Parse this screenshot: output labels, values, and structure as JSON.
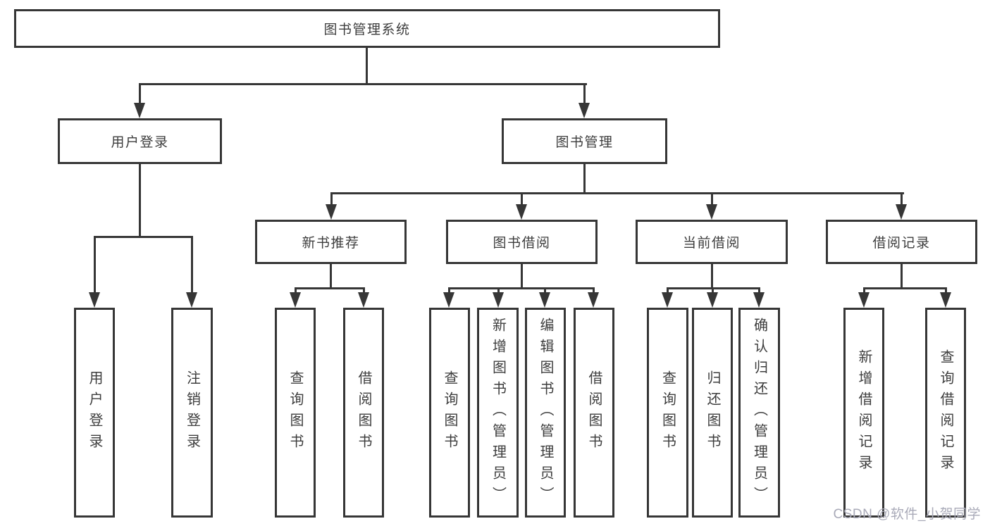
{
  "diagram": {
    "root": {
      "label": "图书管理系统"
    },
    "level2": {
      "user_login": {
        "label": "用户登录"
      },
      "book_management": {
        "label": "图书管理"
      }
    },
    "level3": {
      "new_book_recommend": {
        "label": "新书推荐"
      },
      "book_borrow": {
        "label": "图书借阅"
      },
      "current_borrow": {
        "label": "当前借阅"
      },
      "borrow_records": {
        "label": "借阅记录"
      }
    },
    "leaves": {
      "login": "用户登录",
      "logout": "注销登录",
      "recommend_query_books": "查询图书",
      "recommend_borrow_books": "借阅图书",
      "borrow_query_books": "查询图书",
      "borrow_add_books": "新增图书（管理员）",
      "borrow_edit_books": "编辑图书（管理员）",
      "borrow_borrow_books": "借阅图书",
      "current_query_books": "查询图书",
      "current_return_books": "归还图书",
      "current_confirm_return": "确认归还（管理员）",
      "records_add_record": "新增借阅记录",
      "records_query_record": "查询借阅记录"
    }
  },
  "watermark": "CSDN @软件_小贺同学",
  "colors": {
    "line": "#363636",
    "text": "#3d3d3d",
    "bg": "#ffffff",
    "watermark": "#a9aab8"
  }
}
